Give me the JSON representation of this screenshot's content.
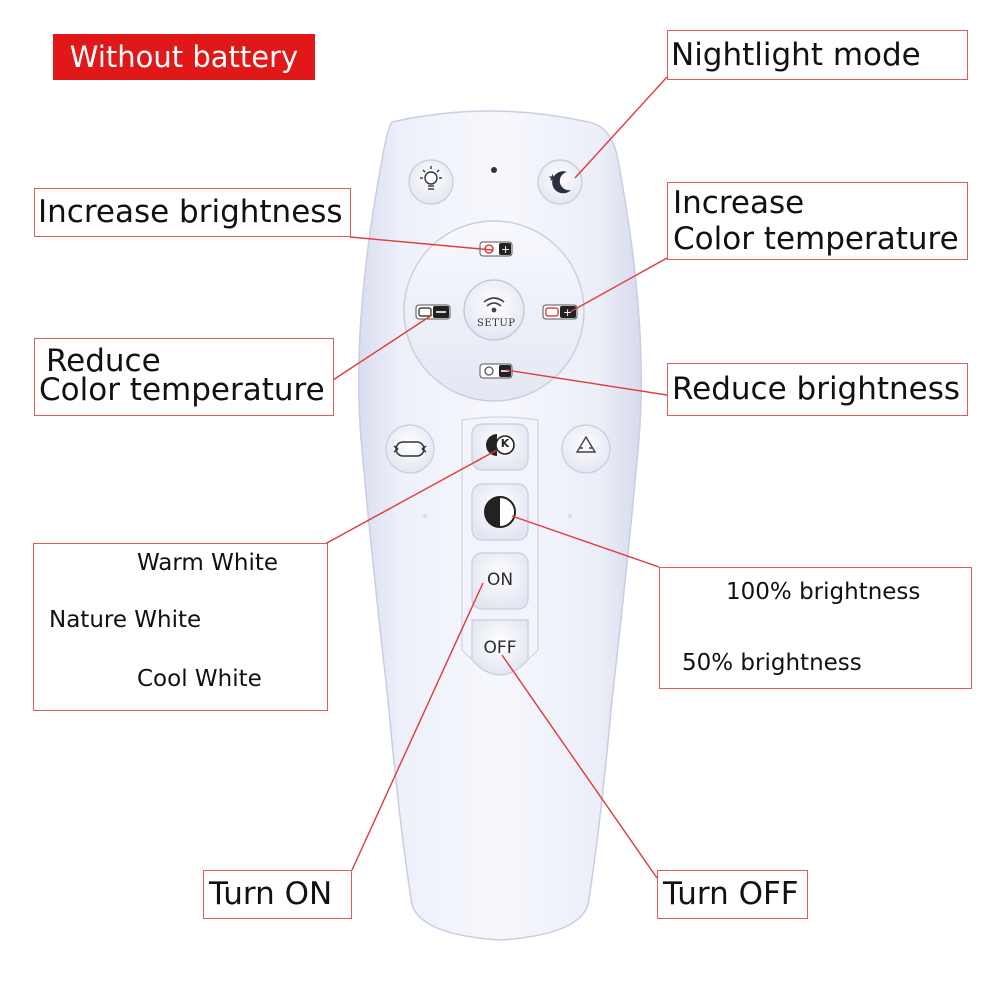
{
  "badge": "Without battery",
  "callouts": {
    "nightlight": "Nightlight mode",
    "increase_brightness": "Increase brightness",
    "increase_color_temp_line1": "Increase",
    "increase_color_temp_line2": "Color temperature",
    "reduce_color_temp_line1": "Reduce",
    "reduce_color_temp_line2": "Color temperature",
    "reduce_brightness": "Reduce brightness",
    "turn_on": "Turn ON",
    "turn_off": "Turn OFF"
  },
  "color_cycle": {
    "warm": "Warm White",
    "nature": "Nature White",
    "cool": "Cool White"
  },
  "brightness_cycle": {
    "full": "100% brightness",
    "half": "50% brightness"
  },
  "remote": {
    "setup_label": "SETUP",
    "on_label": "ON",
    "off_label": "OFF",
    "k_label": "K"
  },
  "colors": {
    "badge_bg": "#e01818",
    "callout_border": "#e25b5b",
    "leader_line": "#e03a3a",
    "cycle_arrow": "#2f56d8",
    "remote_body": "#e9ecf7"
  }
}
